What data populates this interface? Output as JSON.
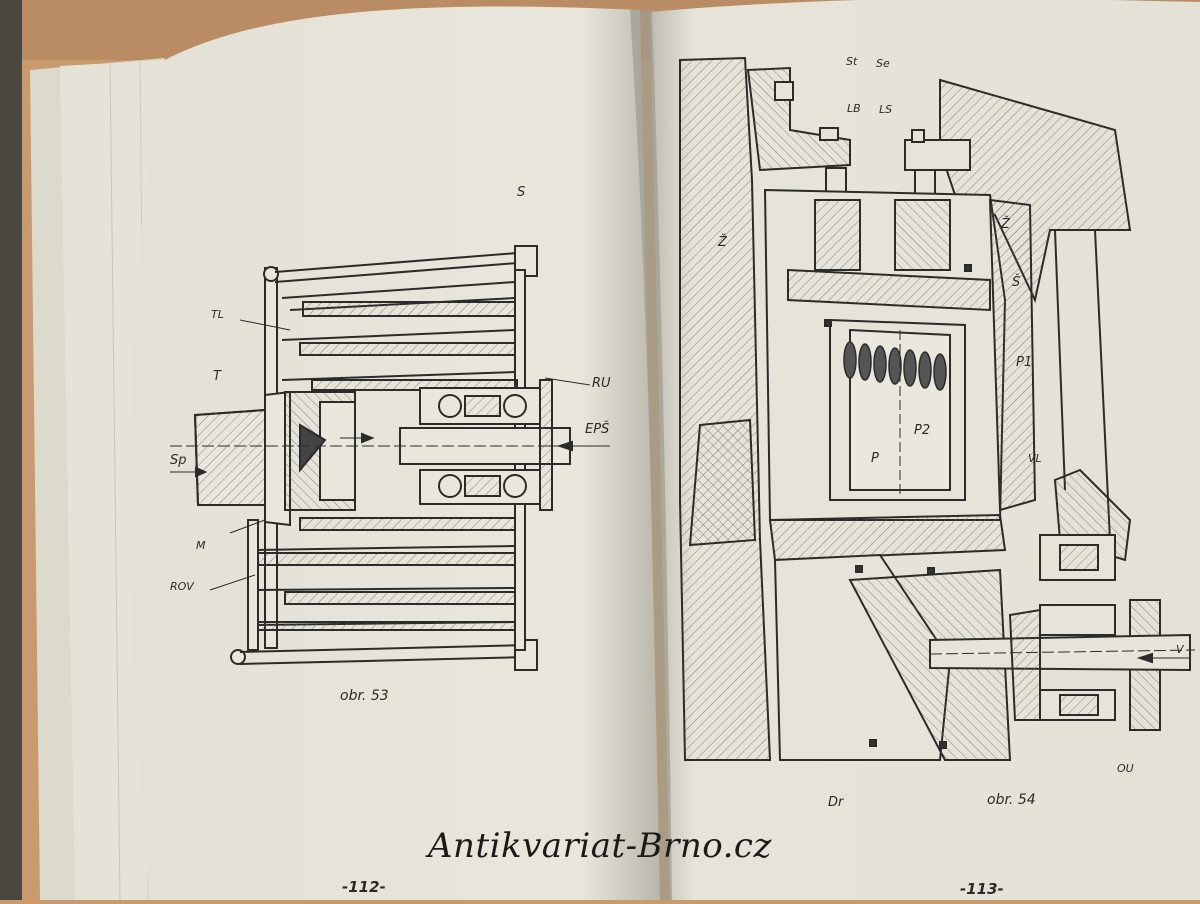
{
  "left_page": {
    "labels": {
      "s": "S",
      "tl": "TL",
      "t": "T",
      "ru": "RU",
      "eps": "EPŠ",
      "sp": "Sp",
      "m": "M",
      "rov": "ROV"
    },
    "caption": "obr. 53",
    "page_number": "-112-"
  },
  "right_page": {
    "labels": {
      "st": "St",
      "se": "Se",
      "lb": "LB",
      "ls": "LS",
      "z_left": "Ž",
      "z_right": "Ž",
      "s": "Š",
      "p1": "P1",
      "p2": "P2",
      "p": "P",
      "vl": "VL",
      "v": "V",
      "ou": "OU",
      "dr": "Dr"
    },
    "caption": "obr. 54",
    "page_number": "-113-"
  },
  "watermark": "Antikvariat-Brno.cz",
  "colors": {
    "table": "#c99a6d",
    "paper": "#e8e6da",
    "ink": "#2a2a2a"
  }
}
